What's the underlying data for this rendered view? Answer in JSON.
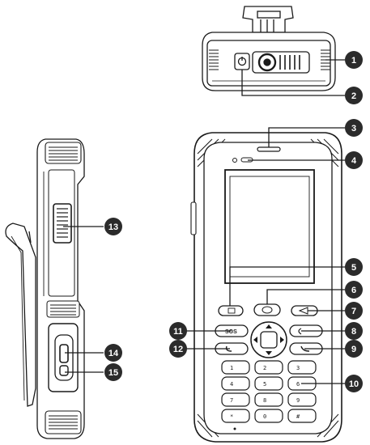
{
  "callouts": [
    {
      "number": "1"
    },
    {
      "number": "2"
    },
    {
      "number": "3"
    },
    {
      "number": "4"
    },
    {
      "number": "5"
    },
    {
      "number": "6"
    },
    {
      "number": "7"
    },
    {
      "number": "8"
    },
    {
      "number": "9"
    },
    {
      "number": "10"
    },
    {
      "number": "11"
    },
    {
      "number": "12"
    },
    {
      "number": "13"
    },
    {
      "number": "14"
    },
    {
      "number": "15"
    }
  ],
  "keypad": {
    "sos_label": "SOS",
    "keys": [
      "1",
      "2",
      "3",
      "4",
      "5",
      "6",
      "7",
      "8",
      "9",
      "*",
      "0",
      "#"
    ]
  },
  "colors": {
    "line": "#1a1a1a",
    "callout_fill": "#2b2b2b",
    "body_fill": "#ffffff"
  }
}
